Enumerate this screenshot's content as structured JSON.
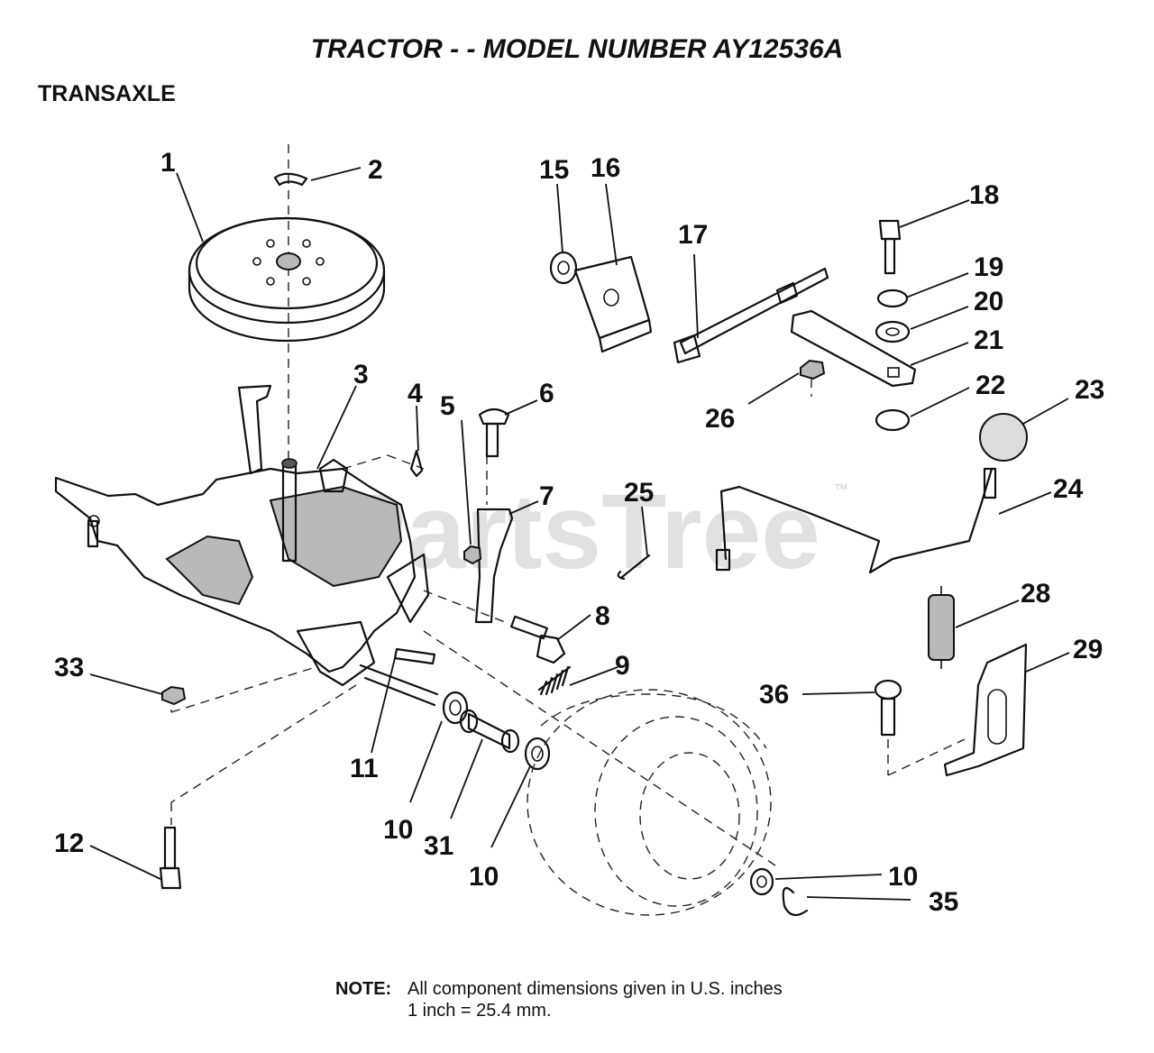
{
  "title": "TRACTOR - - MODEL NUMBER  AY12536A",
  "section": "TRANSAXLE",
  "watermark": {
    "text": "PartsTree",
    "trademark": "™"
  },
  "callouts": [
    "1",
    "2",
    "3",
    "4",
    "5",
    "6",
    "7",
    "8",
    "9",
    "10",
    "11",
    "33",
    "12",
    "10",
    "31",
    "10",
    "15",
    "16",
    "17",
    "18",
    "19",
    "20",
    "21",
    "22",
    "23",
    "26",
    "24",
    "25",
    "28",
    "29",
    "36",
    "10",
    "35"
  ],
  "note": {
    "label": "NOTE:",
    "line1": "All component dimensions given in U.S. inches",
    "line2": "1 inch = 25.4 mm."
  }
}
